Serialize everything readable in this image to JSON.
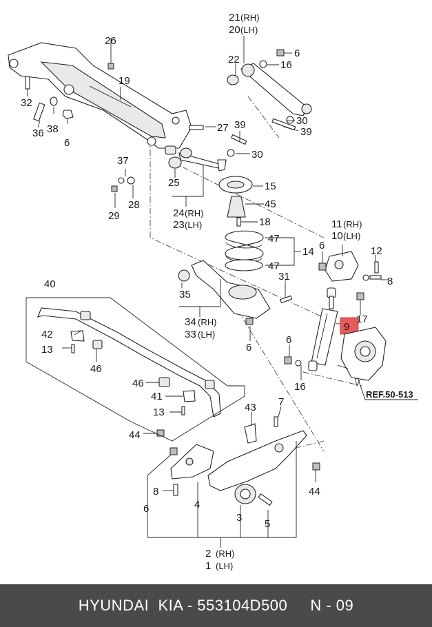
{
  "labels": {
    "l1": "1",
    "l2": "2",
    "l3": "3",
    "l4": "4",
    "l5": "5",
    "l6a": "6",
    "l6b": "6",
    "l6c": "6",
    "l6d": "6",
    "l6e": "6",
    "l6f": "6",
    "l7": "7",
    "l8a": "8",
    "l8b": "8",
    "l9": "9",
    "l10": "10",
    "l11": "11",
    "l12": "12",
    "l13a": "13",
    "l13b": "13",
    "l14": "14",
    "l15": "15",
    "l16a": "16",
    "l16b": "16",
    "l17": "17",
    "l18": "18",
    "l19": "19",
    "l20": "20",
    "l21": "21",
    "l22": "22",
    "l23": "23",
    "l24": "24",
    "l25": "25",
    "l26": "26",
    "l27": "27",
    "l28": "28",
    "l29": "29",
    "l30a": "30",
    "l30b": "30",
    "l31": "31",
    "l32": "32",
    "l33": "33",
    "l34": "34",
    "l35": "35",
    "l36": "36",
    "l37": "37",
    "l38": "38",
    "l39a": "39",
    "l39b": "39",
    "l40": "40",
    "l41": "41",
    "l42": "42",
    "l43": "43",
    "l44a": "44",
    "l44b": "44",
    "l45": "45",
    "l46a": "46",
    "l46b": "46",
    "l47a": "47",
    "l47b": "47",
    "rh": "(RH)",
    "lh": "(LH)",
    "ref": "REF.50-513"
  },
  "footer": {
    "text": "HYUNDAI  KIA - 553104D500     N - 09"
  },
  "colors": {
    "highlight": "#e85a5a",
    "footer_bg": "#4a4a4a",
    "footer_text": "#ffffff"
  }
}
